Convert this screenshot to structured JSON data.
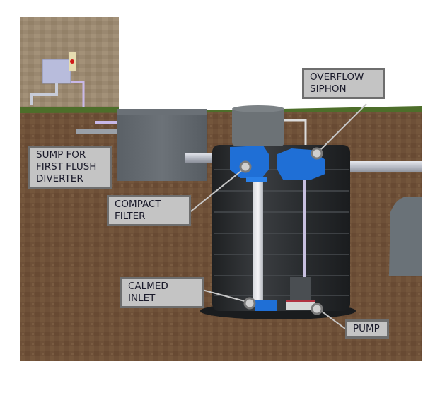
{
  "diagram": {
    "title": "Rainwater harvesting tank cross-section",
    "colors": {
      "soil": "#6e5038",
      "wall": "#9c8a70",
      "grass": "#4d6e2a",
      "tank": "#2a2c2e",
      "fitting_blue": "#1f6fd6",
      "pipe_grey": "#c4c8d0",
      "label_bg": "#c4c4c4",
      "label_border": "#6e6e6e",
      "marker": "#cfcfcf"
    },
    "labels": [
      {
        "id": "sump",
        "lines": [
          "SUMP FOR",
          "FIRST FLUSH",
          "DIVERTER"
        ]
      },
      {
        "id": "compact_filter",
        "lines": [
          "COMPACT",
          "FILTER"
        ]
      },
      {
        "id": "overflow_siphon",
        "lines": [
          "OVERFLOW",
          "SIPHON"
        ]
      },
      {
        "id": "calmed_inlet",
        "lines": [
          "CALMED",
          "INLET"
        ]
      },
      {
        "id": "pump",
        "lines": [
          "PUMP"
        ]
      }
    ]
  }
}
